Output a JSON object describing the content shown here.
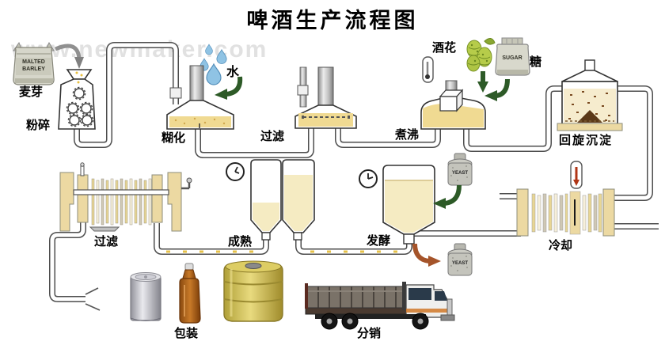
{
  "title": "啤酒生产流程图",
  "watermark": "www.newmaker.com",
  "labels": {
    "malt": "麦芽",
    "milling": "粉碎",
    "mashing": "糊化",
    "water": "水",
    "lautering": "过滤",
    "boiling": "煮沸",
    "hops": "酒花",
    "sugar": "糖",
    "whirlpool": "回旋沉淀",
    "cooling": "冷却",
    "fermentation": "发酵",
    "maturation": "成熟",
    "filtration": "过滤",
    "packaging": "包装",
    "distribution": "分销",
    "malt_sack": "MALTED\nBARLEY",
    "sugar_sack": "SUGAR",
    "yeast_in": "YEAST",
    "yeast_out": "YEAST"
  },
  "flow": [
    "malt",
    "milling",
    "mashing",
    "lautering",
    "boiling",
    "whirlpool",
    "cooling",
    "fermentation",
    "maturation",
    "filtration",
    "packaging",
    "distribution"
  ],
  "colors": {
    "wort": "#f0da92",
    "beer": "#f5ebc2",
    "cream": "#f6ecce",
    "equipment_yellow": "#ecd9a2",
    "pipe_outline": "#4d4d4d",
    "water_blue": "#8fc3e4",
    "arrow_green": "#2d5a27",
    "arrow_brown": "#a5542a",
    "hops_green": "#b6cc4a",
    "keg_gold": "#d4c45a",
    "bottle_amber": "#b2641e"
  }
}
